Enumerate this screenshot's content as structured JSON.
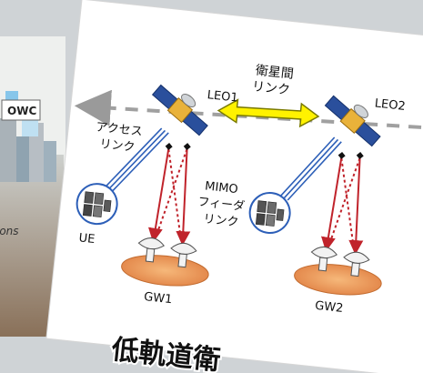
{
  "left_panel": {
    "badge": "OWC",
    "side_text": "ions"
  },
  "diagram": {
    "leo1_label": "LEO1",
    "leo2_label": "LEO2",
    "isl_label_line1": "衛星間",
    "isl_label_line2": "リンク",
    "access_label_line1": "アクセス",
    "access_label_line2": "リンク",
    "mimo_label_line1": "MIMO",
    "mimo_label_line2": "フィーダ",
    "mimo_label_line3": "リンク",
    "ue_label": "UE",
    "gw1_label": "GW1",
    "gw2_label": "GW2"
  },
  "caption": "低軌道衛"
}
